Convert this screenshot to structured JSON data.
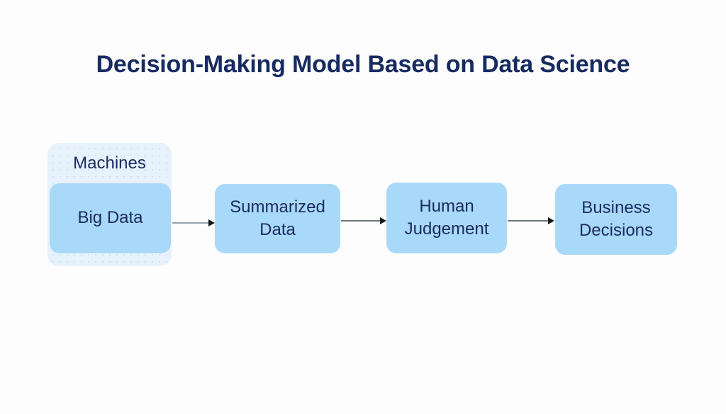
{
  "title": "Decision-Making Model Based on Data Science",
  "group": {
    "label": "Machines"
  },
  "nodes": [
    {
      "label": "Big Data"
    },
    {
      "label": "Summarized Data"
    },
    {
      "label": "Human Judgement"
    },
    {
      "label": "Business Decisions"
    }
  ],
  "edges": [
    {
      "from": "Big Data",
      "to": "Summarized Data"
    },
    {
      "from": "Summarized Data",
      "to": "Human Judgement"
    },
    {
      "from": "Human Judgement",
      "to": "Business Decisions"
    }
  ],
  "colors": {
    "background": "#fdfdfd",
    "title_text": "#172b61",
    "node_fill": "#a9d9f8",
    "node_text": "#1b2a5e",
    "group_fill": "#e7f2fd",
    "group_dot": "#cfe3f6",
    "arrow_line": "#6e7480",
    "arrow_head": "#16181d"
  }
}
